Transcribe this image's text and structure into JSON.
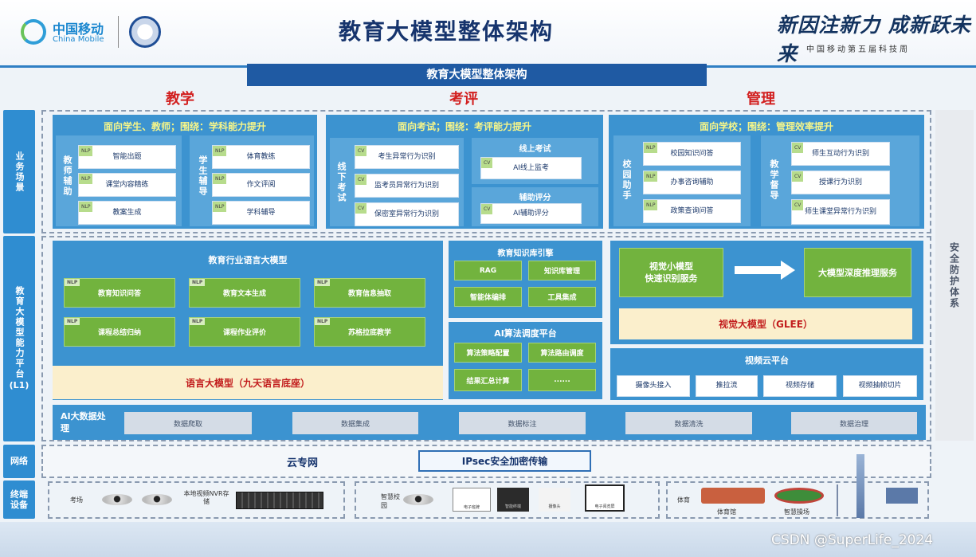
{
  "header": {
    "logo_cn": "中国移动",
    "logo_en": "China Mobile",
    "title": "教育大模型整体架构",
    "slogan": "新因注新力 成新跃未来",
    "slogan_sub": "中国移动第五届科技周"
  },
  "banner": "教育大模型整体架构",
  "sections": [
    "教学",
    "考评",
    "管理"
  ],
  "row_labels": {
    "scenario": "业务场景",
    "platform": "教育大模型能力平台",
    "platform_sub": "(L1)",
    "network": "网络",
    "terminal": "终端设备"
  },
  "security": "安全防护体系",
  "teach": {
    "title": "面向学生、教师；围绕：学科能力提升",
    "left_label": "教师辅助",
    "left_items": [
      "智能出题",
      "课堂内容精练",
      "教案生成"
    ],
    "right_label": "学生辅导",
    "right_items": [
      "体育教练",
      "作文评阅",
      "学科辅导"
    ]
  },
  "exam": {
    "title": "面向考试；围绕：考评能力提升",
    "offline_label": "线下考试",
    "offline_items": [
      "考生异常行为识别",
      "监考员异常行为识别",
      "保密室异常行为识别"
    ],
    "online_title": "线上考试",
    "online_item": "AI线上监考",
    "assist_title": "辅助评分",
    "assist_item": "AI辅助评分"
  },
  "mgmt": {
    "title": "面向学校；围绕：管理效率提升",
    "left_label": "校园助手",
    "left_items": [
      "校园知识问答",
      "办事咨询辅助",
      "政策查询问答"
    ],
    "right_label": "教学督导",
    "right_items": [
      "师生互动行为识别",
      "授课行为识别",
      "师生课堂异常行为识别"
    ]
  },
  "tags": {
    "nlp": "NLP",
    "cv": "CV"
  },
  "llm": {
    "title": "教育行业语言大模型",
    "items": [
      "教育知识问答",
      "教育文本生成",
      "教育信息抽取",
      "课程总结归纳",
      "课程作业评价",
      "苏格拉底教学"
    ],
    "base": "语言大模型（九天语言底座）"
  },
  "kb": {
    "title": "教育知识库引擎",
    "items": [
      "RAG",
      "知识库管理",
      "智能体编排",
      "工具集成"
    ]
  },
  "algo": {
    "title": "AI算法调度平台",
    "items": [
      "算法策略配置",
      "算法路由调度",
      "结果汇总计算",
      "......"
    ]
  },
  "vision": {
    "small": "视觉小模型\n快速识别服务",
    "large": "大模型深度推理服务",
    "base": "视觉大模型（GLEE）"
  },
  "video": {
    "title": "视频云平台",
    "items": [
      "摄像头接入",
      "推拉流",
      "视频存储",
      "视频抽帧切片"
    ]
  },
  "bigdata": {
    "label": "AI大数据处理",
    "items": [
      "数据爬取",
      "数据集成",
      "数据标注",
      "数据清洗",
      "数据治理"
    ]
  },
  "network": {
    "name": "云专网",
    "ipsec": "IPsec安全加密传输"
  },
  "terminal": {
    "exam_label": "考场",
    "nvr": "本地视频NVR存储",
    "campus_label": "智慧校园",
    "sports_label": "体育",
    "gym": "体育馆",
    "field": "智慧操场",
    "tiny": [
      "电子班牌",
      "智能终端",
      "摄像头",
      "电子阅览屏"
    ]
  },
  "watermark": "CSDN @SuperLife_2024"
}
